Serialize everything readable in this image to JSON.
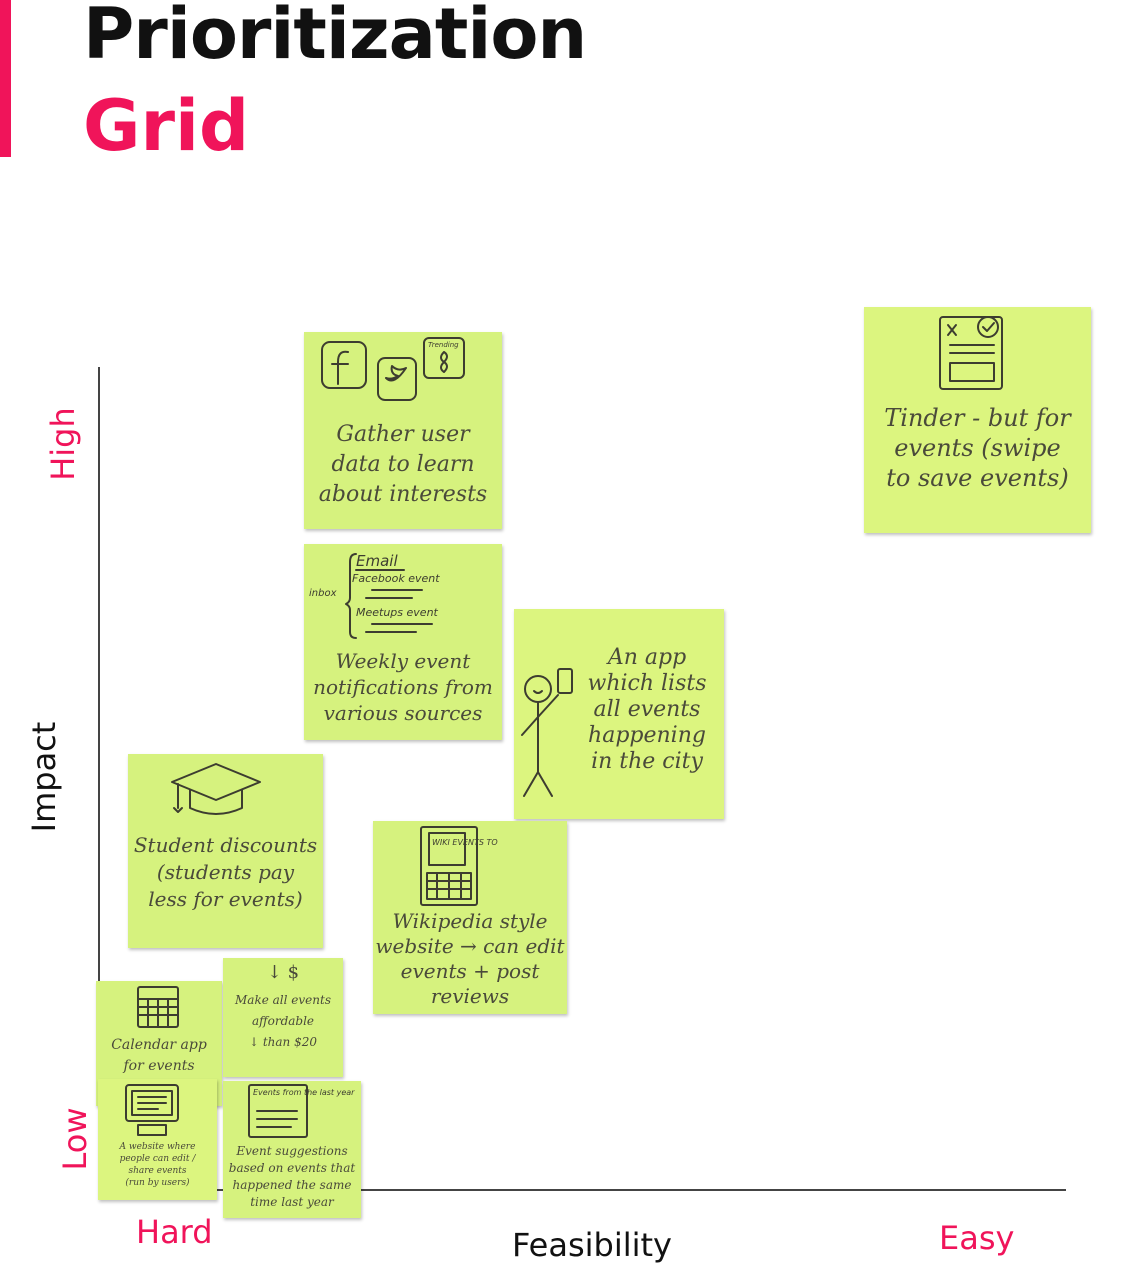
{
  "title": {
    "line1": "Prioritization",
    "line2": "Grid"
  },
  "colors": {
    "accent": "#f0145a",
    "sticky": "#d6f27e",
    "axis": "#444444"
  },
  "axes": {
    "y_label": "Impact",
    "y_high": "High",
    "y_low": "Low",
    "x_label": "Feasibility",
    "x_low": "Hard",
    "x_high": "Easy"
  },
  "notes": {
    "gather": {
      "text": "Gather user\ndata to learn\nabout interests",
      "icon_caption": "Trending"
    },
    "weekly": {
      "text": "Weekly event\nnotifications from\nvarious sources",
      "sketch_email": "Email",
      "sketch_inbox": "inbox",
      "sketch_facebook": "Facebook event",
      "sketch_meetups": "Meetups event"
    },
    "tinder": {
      "text": "Tinder - but for\nevents (swipe\nto save events)"
    },
    "app": {
      "text": "An app\nwhich lists\nall events\nhappening\nin the city"
    },
    "student": {
      "text": "Student discounts\n(students pay\nless for events)"
    },
    "wiki": {
      "text": "Wikipedia style\nwebsite → can edit\nevents + post\nreviews",
      "icon_caption": "WIKI EVENTS TO"
    },
    "calendar": {
      "text": "Calendar app\nfor events"
    },
    "afford": {
      "text": "Make all events\naffordable\n↓ than $20",
      "sketch": "↓  $"
    },
    "website": {
      "text": "A website where\npeople can edit /\nshare events\n(run by users)"
    },
    "lastyear": {
      "text": "Event suggestions\nbased on events that\nhappened the same\ntime last year",
      "icon_caption": "Events from the last year"
    }
  }
}
